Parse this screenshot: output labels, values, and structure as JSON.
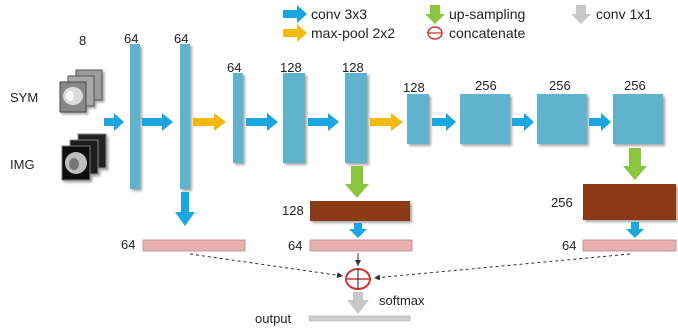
{
  "legend": {
    "conv3x3": "conv 3x3",
    "maxpool": "max-pool 2x2",
    "upsampling": "up-sampling",
    "concatenate": "concatenate",
    "conv1x1": "conv 1x1"
  },
  "inputs": {
    "sym": "SYM",
    "img": "IMG",
    "channels": "8"
  },
  "blocks": {
    "b1": "64",
    "b2": "64",
    "b3": "64",
    "b4": "128",
    "b5": "128",
    "b6": "128",
    "b7": "256",
    "b8": "256",
    "b9": "256"
  },
  "decoder": {
    "up128": "128",
    "up256": "256",
    "out64_left": "64",
    "out64_mid": "64",
    "out64_right": "64"
  },
  "softmax": "softmax",
  "output": "output",
  "colors": {
    "block": "#61b3cc",
    "conv_arrow": "#1aa6e0",
    "pool_arrow": "#f2b90f",
    "up_arrow": "#8cc63e",
    "conv1x1_arrow": "#c7c7c7",
    "up_block": "#8a3a19",
    "pink_bar": "#e9b0b0",
    "concat": "#cc3333"
  }
}
